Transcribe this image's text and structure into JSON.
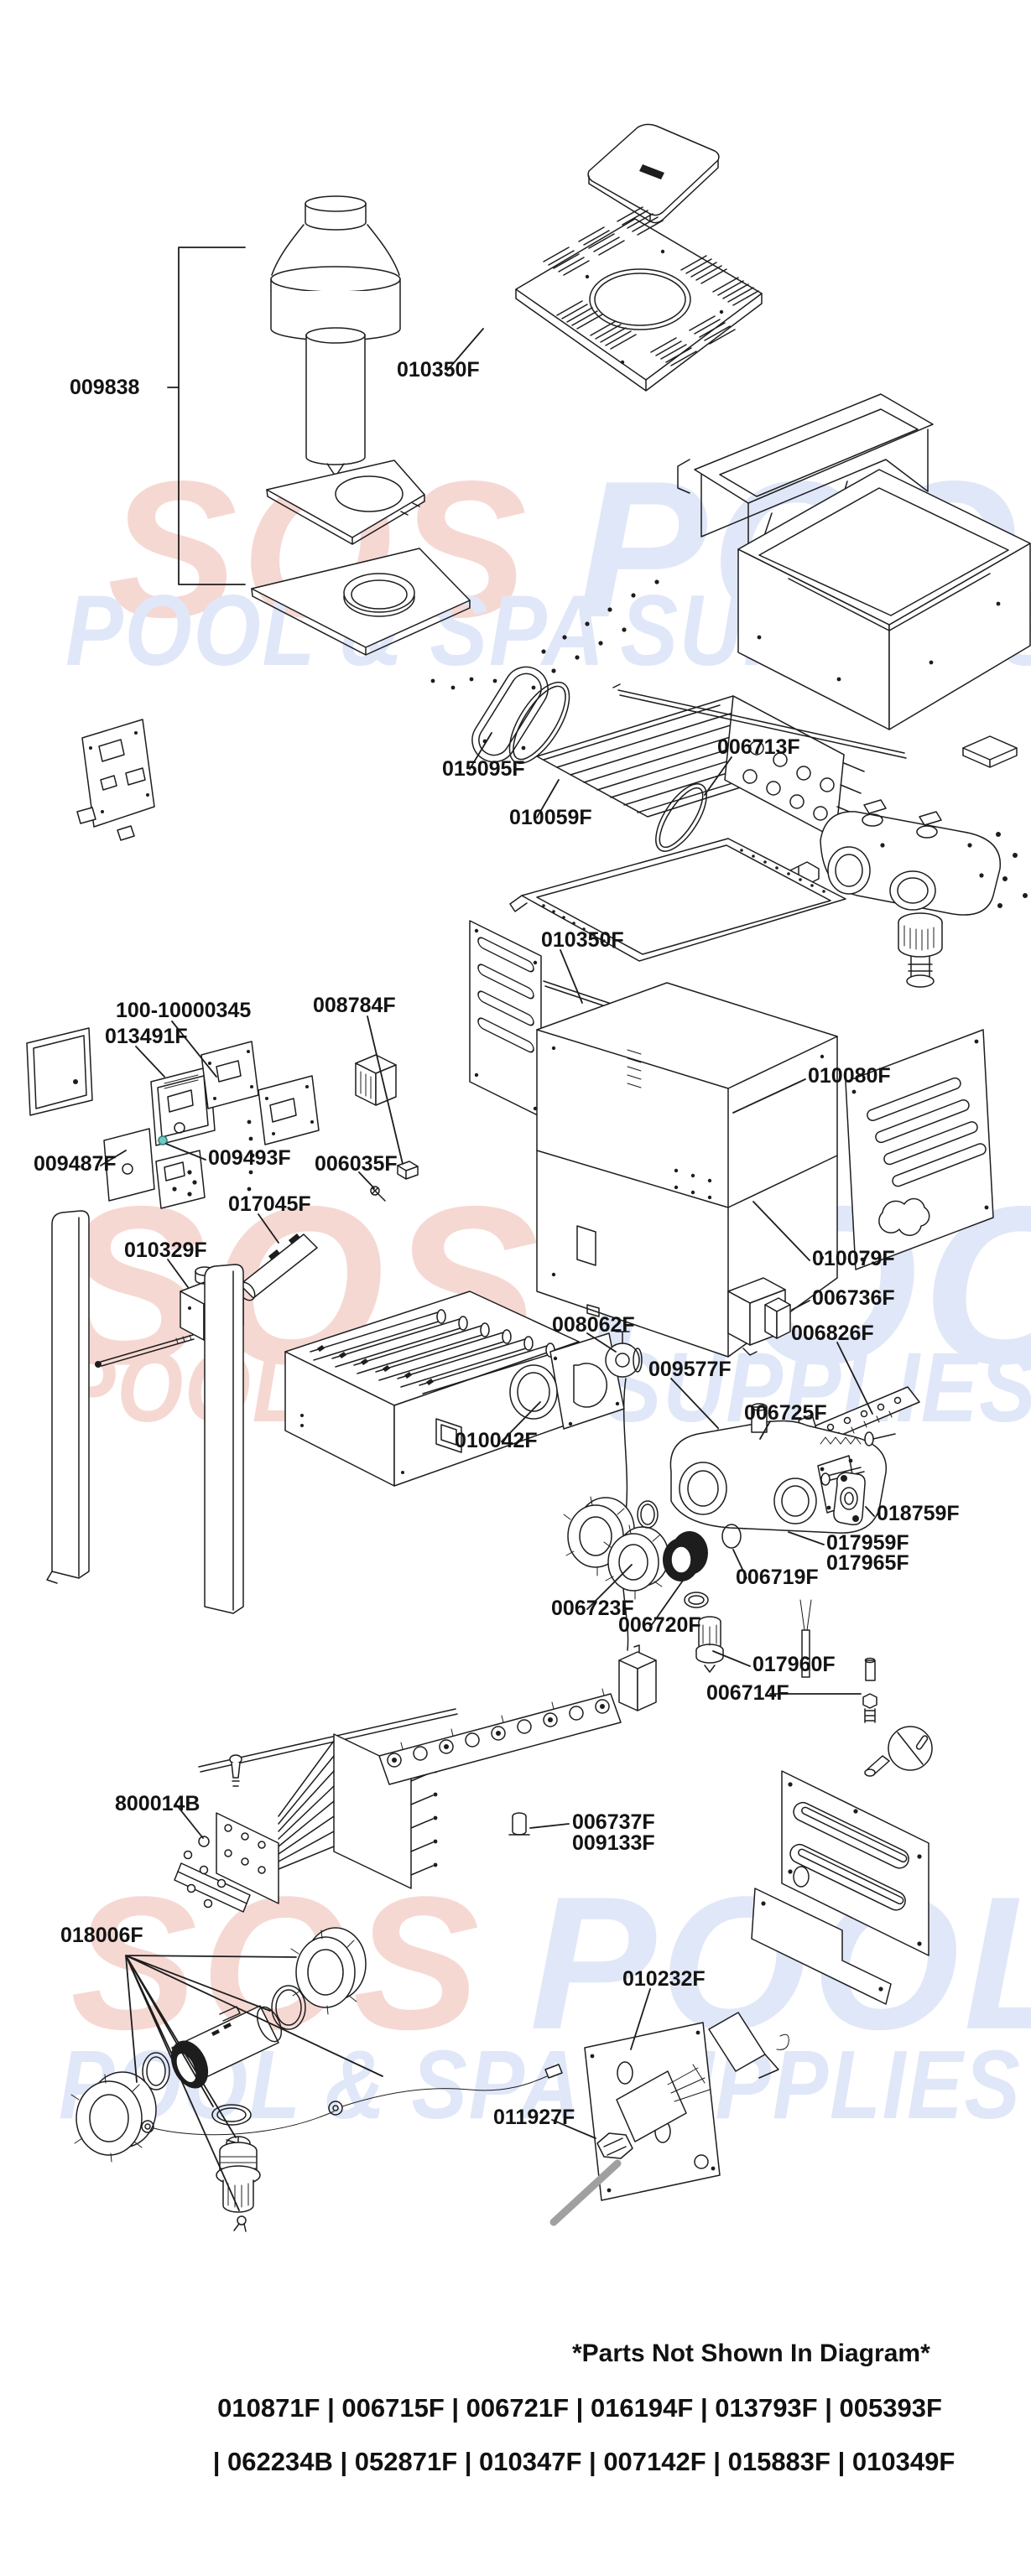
{
  "page": {
    "background": "#ffffff"
  },
  "watermark": {
    "brand_first": "SOS",
    "brand_second": "POOL",
    "tagline_first": "POOL & SPA",
    "tagline_second": "SUPPLIES",
    "pink": "#f6d8d2",
    "blue": "#e0e7f8"
  },
  "diagram": {
    "line_color": "#1d1d1d",
    "electrode_color": "#a0a0a0",
    "accent_teal": "#74c7c3"
  },
  "labels": [
    {
      "text": "009838"
    },
    {
      "text": "010350F"
    },
    {
      "text": "015095F"
    },
    {
      "text": "010059F"
    },
    {
      "text": "006713F"
    },
    {
      "text": "010350F"
    },
    {
      "text": "008784F"
    },
    {
      "text": "100-10000345"
    },
    {
      "text": "013491F"
    },
    {
      "text": "010080F"
    },
    {
      "text": "009487F"
    },
    {
      "text": "009493F"
    },
    {
      "text": "006035F"
    },
    {
      "text": "017045F"
    },
    {
      "text": "010329F"
    },
    {
      "text": "010079F"
    },
    {
      "text": "006736F"
    },
    {
      "text": "006826F"
    },
    {
      "text": "008062F"
    },
    {
      "text": "009577F"
    },
    {
      "text": "006725F"
    },
    {
      "text": "010042F"
    },
    {
      "text": "018759F"
    },
    {
      "text": "017959F"
    },
    {
      "text": "017965F"
    },
    {
      "text": "006719F"
    },
    {
      "text": "006723F"
    },
    {
      "text": "006720F"
    },
    {
      "text": "017960F"
    },
    {
      "text": "006714F"
    },
    {
      "text": "800014B"
    },
    {
      "text": "006737F"
    },
    {
      "text": "009133F"
    },
    {
      "text": "018006F"
    },
    {
      "text": "010232F"
    },
    {
      "text": "011927F"
    }
  ],
  "footer": {
    "note": "*Parts Not Shown In Diagram*",
    "row1": "010871F | 006715F | 006721F | 016194F |  013793F | 005393F",
    "row2": "| 062234B | 052871F | 010347F | 007142F | 015883F | 010349F"
  }
}
